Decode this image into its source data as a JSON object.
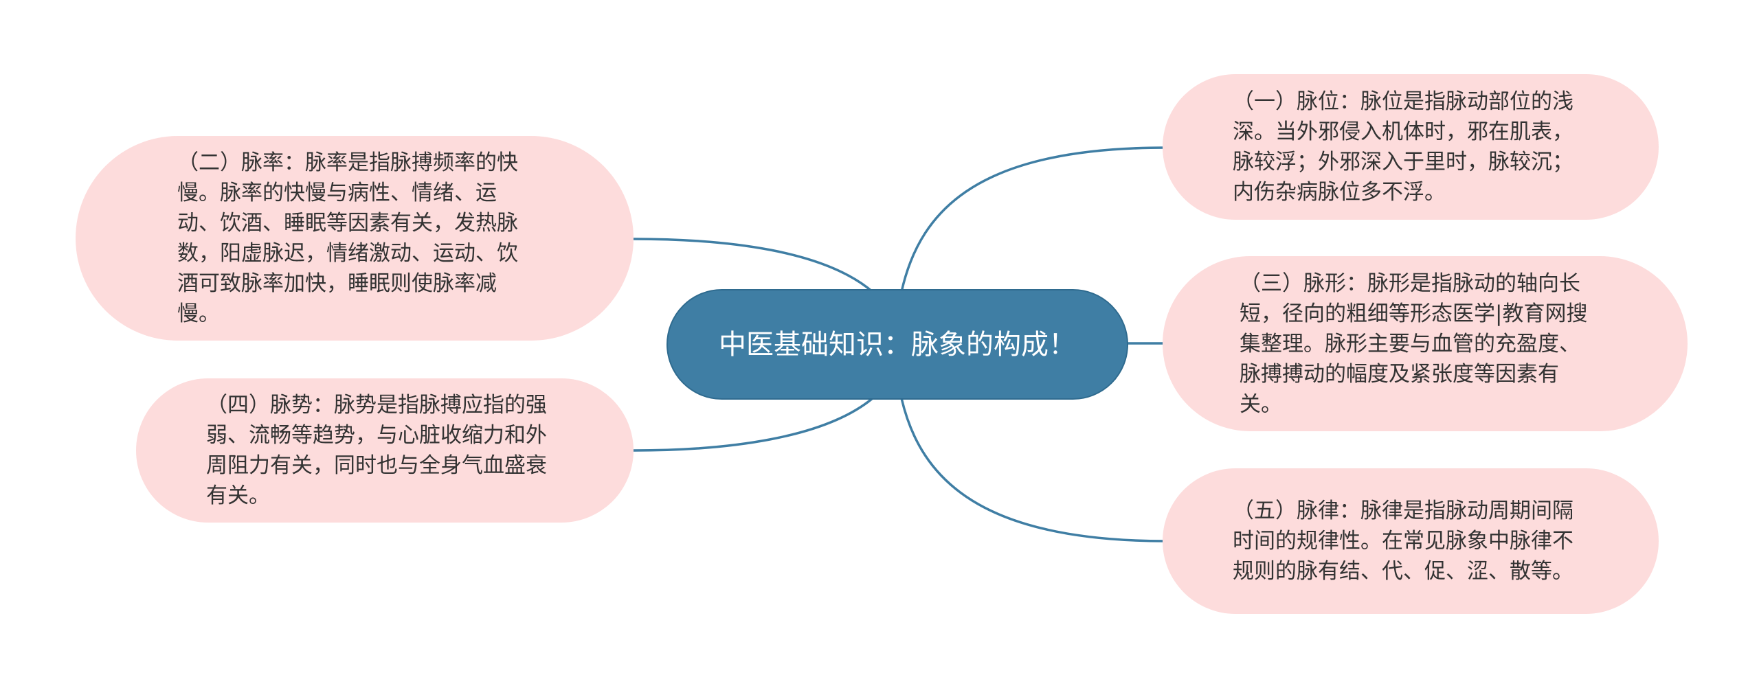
{
  "colors": {
    "center_fill": "#3f7ea4",
    "node_fill": "#fddcdc",
    "link_stroke": "#3f7ea4",
    "node_text": "#333333",
    "center_text": "#ffffff"
  },
  "center": {
    "title": "中医基础知识：脉象的构成！"
  },
  "branches": {
    "pulse_position": {
      "text": "（一）脉位：脉位是指脉动部位的浅深。当外邪侵入机体时，邪在肌表，脉较浮；外邪深入于里时，脉较沉；内伤杂病脉位多不浮。"
    },
    "pulse_rate": {
      "text": "（二）脉率：脉率是指脉搏频率的快慢。脉率的快慢与病性、情绪、运动、饮酒、睡眠等因素有关，发热脉数，阳虚脉迟，情绪激动、运动、饮酒可致脉率加快，睡眠则使脉率减慢。"
    },
    "pulse_shape": {
      "text": "（三）脉形：脉形是指脉动的轴向长短，径向的粗细等形态医学|教育网搜集整理。脉形主要与血管的充盈度、脉搏搏动的幅度及紧张度等因素有关。"
    },
    "pulse_force": {
      "text": "（四）脉势：脉势是指脉搏应指的强弱、流畅等趋势，与心脏收缩力和外周阻力有关，同时也与全身气血盛衰有关。"
    },
    "pulse_rhythm": {
      "text": "（五）脉律：脉律是指脉动周期间隔时间的规律性。在常见脉象中脉律不规则的脉有结、代、促、涩、散等。"
    }
  }
}
